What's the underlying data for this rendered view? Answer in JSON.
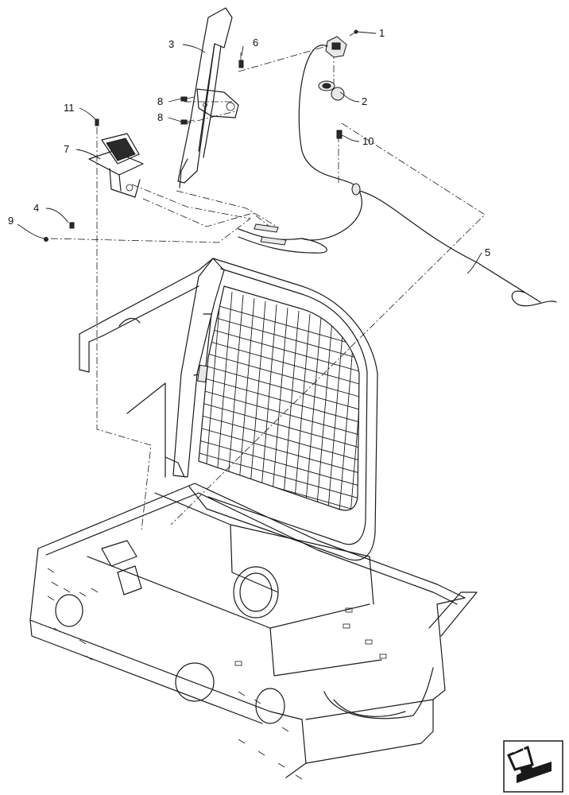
{
  "callouts": [
    {
      "id": "c1",
      "label": "1"
    },
    {
      "id": "c2",
      "label": "2"
    },
    {
      "id": "c3",
      "label": "3"
    },
    {
      "id": "c4",
      "label": "4"
    },
    {
      "id": "c5",
      "label": "5"
    },
    {
      "id": "c6",
      "label": "6"
    },
    {
      "id": "c7",
      "label": "7"
    },
    {
      "id": "c8a",
      "label": "8"
    },
    {
      "id": "c8b",
      "label": "8"
    },
    {
      "id": "c9",
      "label": "9"
    },
    {
      "id": "c10",
      "label": "10"
    },
    {
      "id": "c11",
      "label": "11"
    }
  ],
  "icons": {
    "nav": "navigation-arrow-icon"
  },
  "colors": {
    "line": "#1a1a1a",
    "background": "#ffffff"
  }
}
